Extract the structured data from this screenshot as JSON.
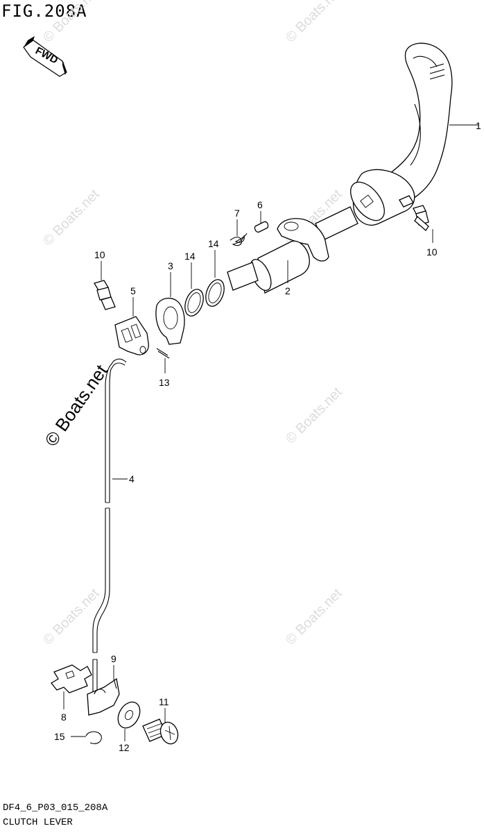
{
  "figure": {
    "title": "FIG.208A",
    "code": "DF4_6_P03_015_208A",
    "caption": "CLUTCH LEVER",
    "direction_badge": "FWD"
  },
  "watermark": {
    "text": "© Boats.net"
  },
  "callouts": [
    "1",
    "2",
    "3",
    "4",
    "5",
    "6",
    "7",
    "8",
    "9",
    "10",
    "10",
    "11",
    "12",
    "13",
    "14",
    "14",
    "15"
  ]
}
